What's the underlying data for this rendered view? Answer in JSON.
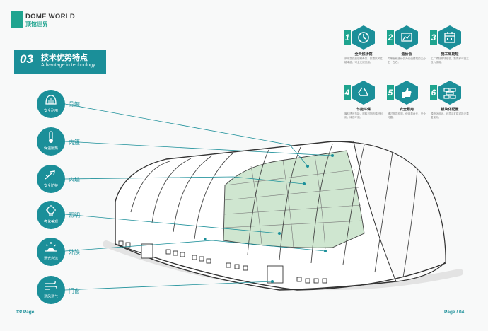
{
  "brand": {
    "name_en": "DOME WORLD",
    "name_cn": "顶馆世界"
  },
  "section": {
    "number": "03",
    "title": "技术优势特点",
    "subtitle": "Advantage in technology"
  },
  "properties": [
    {
      "label": "安全耐用",
      "part": "骨架",
      "icon": "shield-dome-icon"
    },
    {
      "label": "保温隔热",
      "part": "内篷",
      "icon": "thermometer-icon"
    },
    {
      "label": "安全防护",
      "part": "内墙",
      "icon": "wind-arrow-icon"
    },
    {
      "label": "亮化美观",
      "part": "照明",
      "icon": "lamp-icon"
    },
    {
      "label": "透光自洁",
      "part": "外膜",
      "icon": "sun-icon"
    },
    {
      "label": "透风透气",
      "part": "门窗",
      "icon": "air-flow-icon"
    }
  ],
  "features": [
    {
      "num": "1",
      "title": "全天候场馆",
      "icon": "clock-icon",
      "desc": "采用高强度钢材骨架，抗雪抗风性能卓越，可全天候使用。"
    },
    {
      "num": "2",
      "title": "造价低",
      "icon": "chart-icon",
      "desc": "同等面积造价仅为传统建筑的三分之一左右。"
    },
    {
      "num": "3",
      "title": "施工周期短",
      "icon": "calendar-icon",
      "desc": "工厂预制现场组装，数周即可完工投入使用。"
    },
    {
      "num": "4",
      "title": "节能环保",
      "icon": "recycle-icon",
      "desc": "膜材透光节能，材料可回收循环利用，绿色环保。"
    },
    {
      "num": "5",
      "title": "安全耐用",
      "icon": "thumbs-up-icon",
      "desc": "通过多项检测，使用寿命长，安全可靠。"
    },
    {
      "num": "6",
      "title": "模块化配置",
      "icon": "bricks-icon",
      "desc": "模块化设计，可灵活扩建或拆迁重复使用。"
    }
  ],
  "footer": {
    "left": "03/ Page",
    "right_label": "Page / ",
    "right_num": "04"
  },
  "colors": {
    "teal": "#1b8f99",
    "green": "#1fa48f",
    "glass": "#cfe6d0"
  }
}
